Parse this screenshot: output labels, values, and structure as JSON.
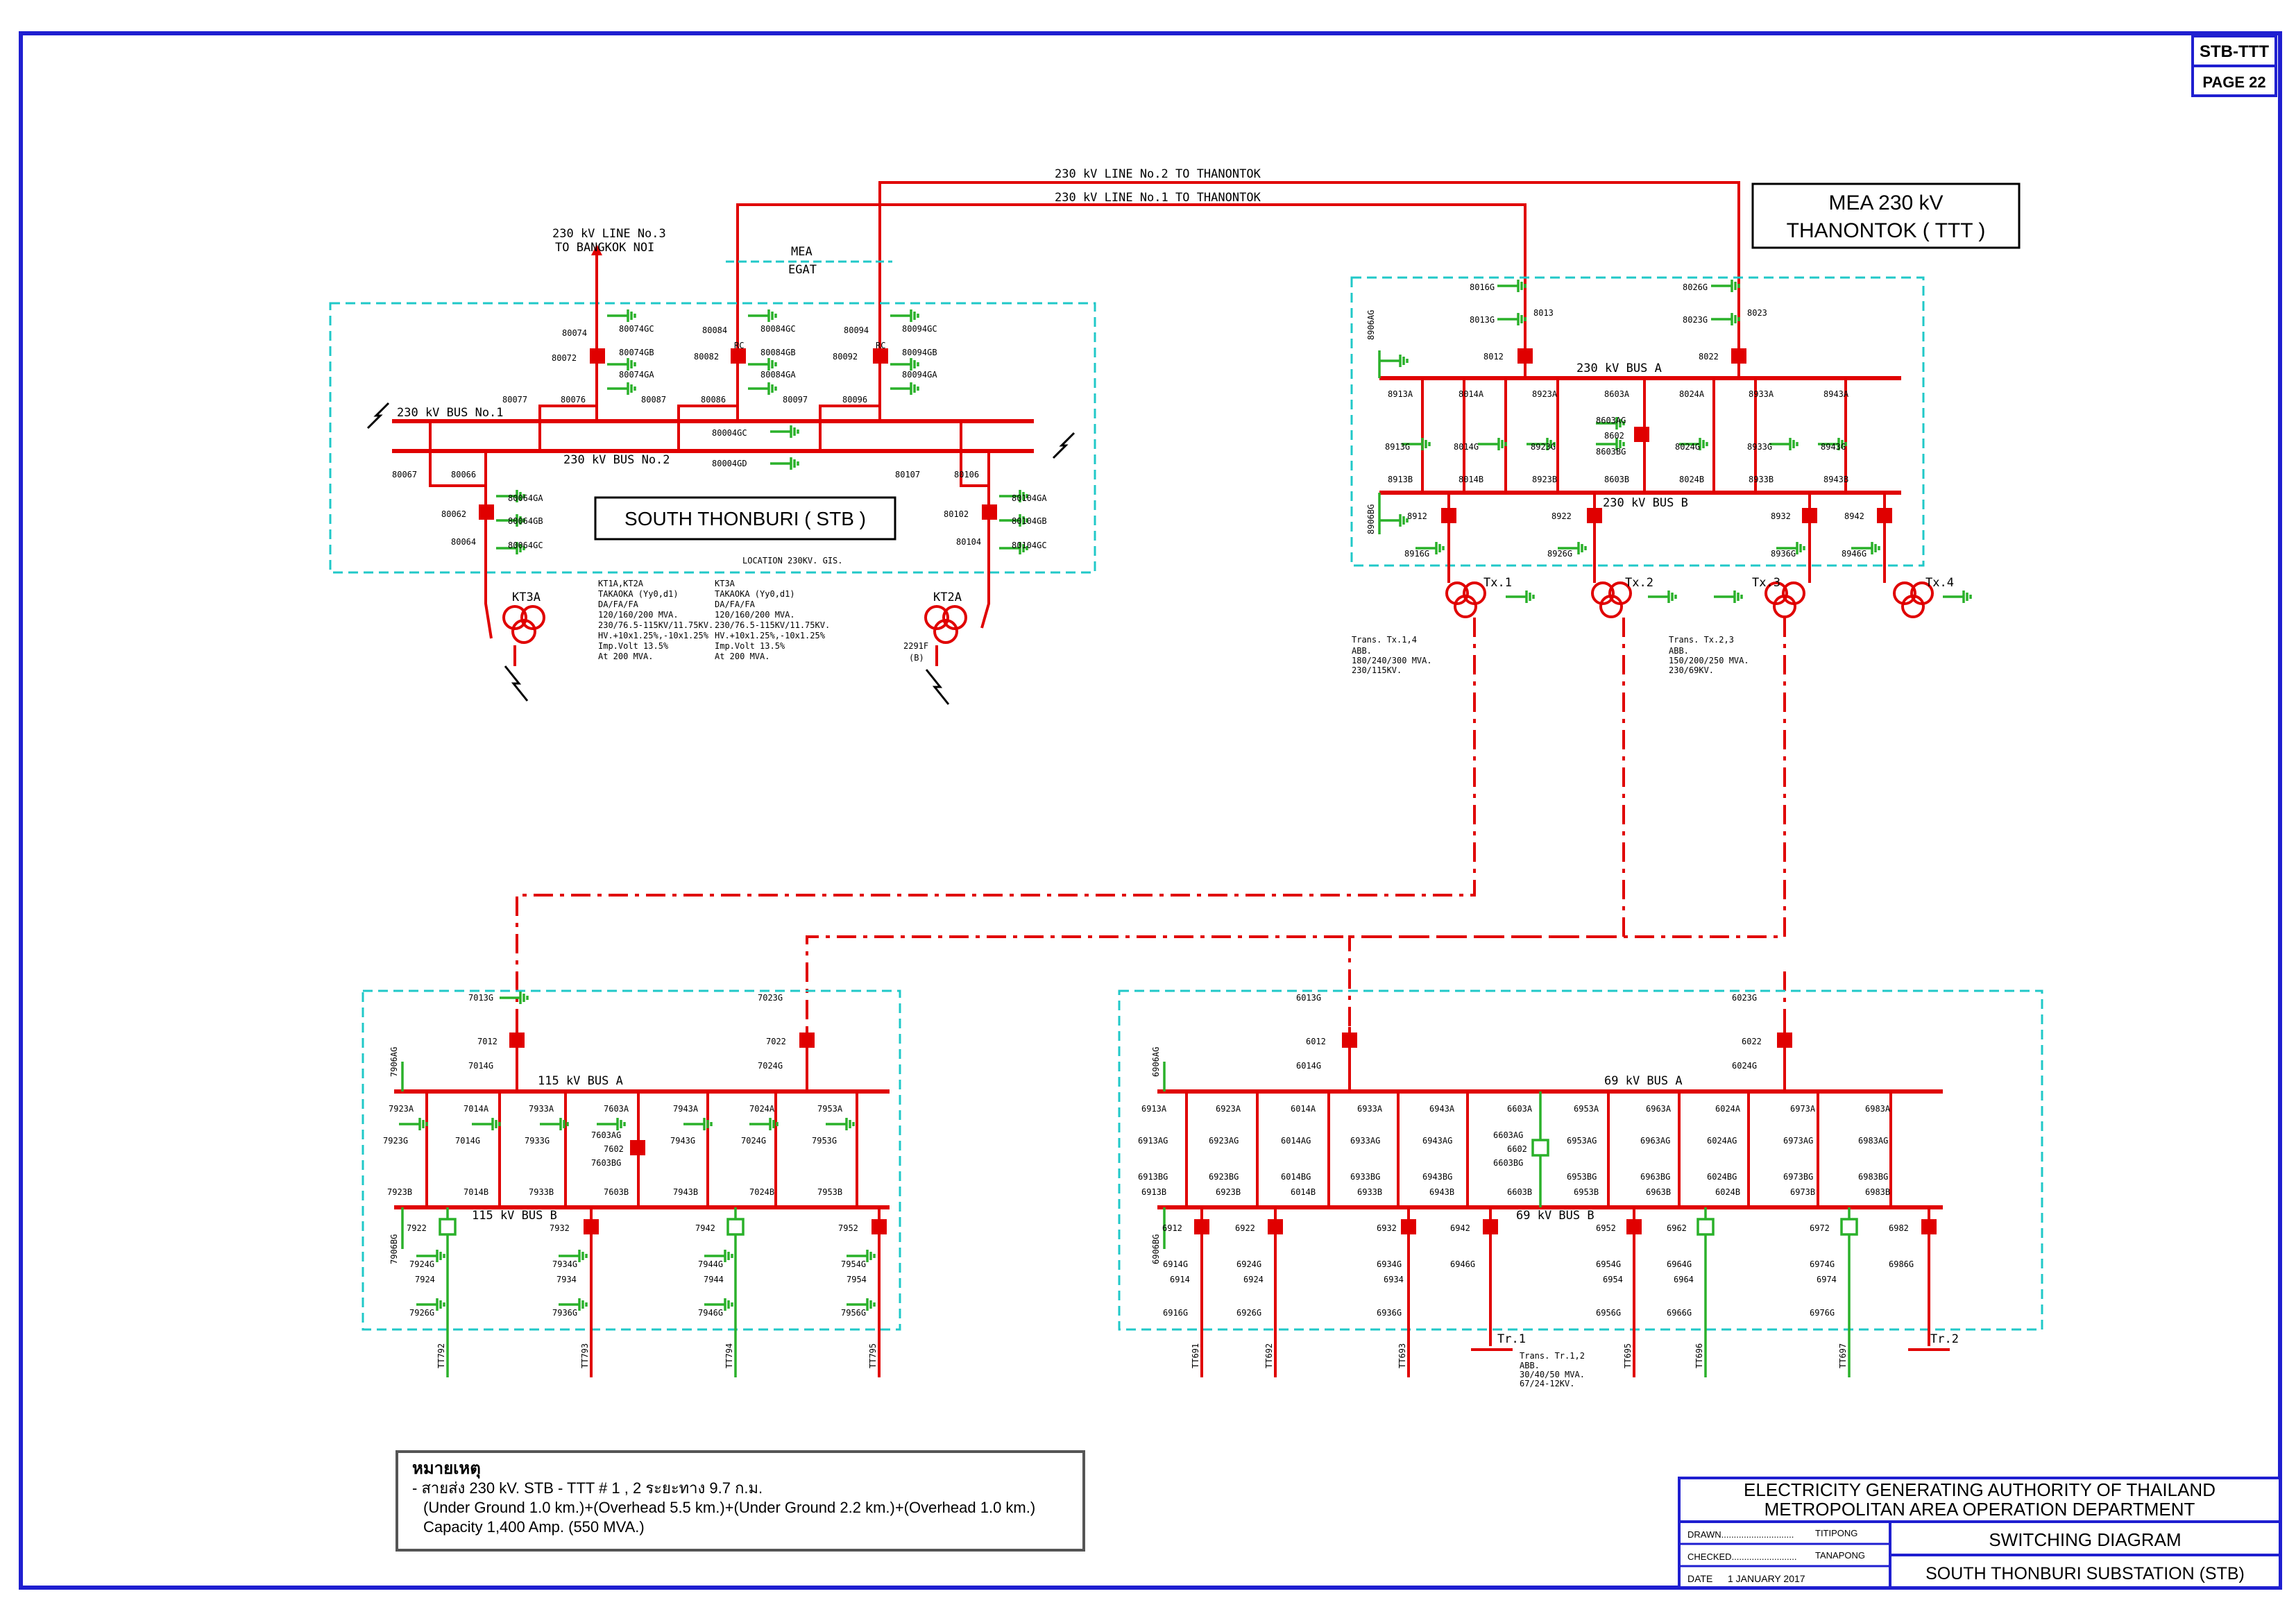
{
  "sheet": {
    "code": "STB-TTT",
    "page": "PAGE 22"
  },
  "top_lines": {
    "line2": "230 kV LINE No.2 TO THANONTOK",
    "line1": "230 kV LINE No.1 TO THANONTOK",
    "line3": "230 kV LINE No.3",
    "line3_to": "TO BANGKOK NOI",
    "mea": "MEA",
    "egat": "EGAT"
  },
  "stb": {
    "name": "SOUTH THONBURI ( STB )",
    "bus1": "230 kV BUS No.1",
    "bus2": "230 kV BUS No.2",
    "location": "LOCATION 230KV. GIS.",
    "rc": "RC",
    "labels": {
      "b80074": "80074",
      "b80074GC": "80074GC",
      "b80072": "80072",
      "b80074GB": "80074GB",
      "b80074GA": "80074GA",
      "b80084": "80084",
      "b80084GC": "80084GC",
      "b80082": "80082",
      "b80084GB": "80084GB",
      "b80084GA": "80084GA",
      "b80094": "80094",
      "b80094GC": "80094GC",
      "b80092": "80092",
      "b80094GB": "80094GB",
      "b80094GA": "80094GA",
      "b80077": "80077",
      "b80076": "80076",
      "b80087": "80087",
      "b80086": "80086",
      "b80097": "80097",
      "b80096": "80096",
      "b80004GC": "80004GC",
      "b80004GD": "80004GD",
      "b80067": "80067",
      "b80066": "80066",
      "b80062": "80062",
      "b80064GA": "80064GA",
      "b80064GB": "80064GB",
      "b80064": "80064",
      "b80064GC": "80064GC",
      "b80107": "80107",
      "b80106": "80106",
      "b80102": "80102",
      "b80104GA": "80104GA",
      "b80104GB": "80104GB",
      "b80104": "80104",
      "b80104GC": "80104GC",
      "kt3a": "KT3A",
      "kt2a": "KT2A",
      "f2291": "2291F",
      "f2291b": "(B)"
    },
    "note1": [
      "KT1A,KT2A",
      "TAKAOKA (Yy0,d1)",
      "DA/FA/FA",
      "120/160/200 MVA.",
      "230/76.5-115KV/11.75KV.",
      "HV.+10x1.25%,-10x1.25%",
      "Imp.Volt 13.5%",
      "At 200 MVA."
    ],
    "note2": [
      "KT3A",
      "TAKAOKA (Yy0,d1)",
      "DA/FA/FA",
      "120/160/200 MVA.",
      "230/76.5-115KV/11.75KV.",
      "HV.+10x1.25%,-10x1.25%",
      "Imp.Volt 13.5%",
      "At 200 MVA."
    ]
  },
  "ttt": {
    "name_line1": "MEA 230 kV",
    "name_line2": "THANONTOK ( TTT )",
    "busA": "230 kV BUS A",
    "busB": "230 kV BUS B",
    "labels": {
      "b8016G": "8016G",
      "b8013G": "8013G",
      "b8013": "8013",
      "b8012": "8012",
      "b8026G": "8026G",
      "b8023G": "8023G",
      "b8023": "8023",
      "b8022": "8022",
      "b8906AG": "8906AG",
      "b8906BG": "8906BG",
      "b8913A": "8913A",
      "b8014A": "8014A",
      "b8923A": "8923A",
      "b8603A": "8603A",
      "b8024A": "8024A",
      "b8933A": "8933A",
      "b8943A": "8943A",
      "b8913G": "8913G",
      "b8014G": "8014G",
      "b8923G": "8923G",
      "b8603AG": "8603AG",
      "b8602": "8602",
      "b8603BG": "8603BG",
      "b8024G": "8024G",
      "b8933G": "8933G",
      "b8943G": "8943G",
      "b8913B": "8913B",
      "b8014B": "8014B",
      "b8923B": "8923B",
      "b8603B": "8603B",
      "b8024B": "8024B",
      "b8933B": "8933B",
      "b8943B": "8943B",
      "b8912": "8912",
      "b8922": "8922",
      "b8932": "8932",
      "b8942": "8942",
      "b8916G": "8916G",
      "b8926G": "8926G",
      "b8936G": "8936G",
      "b8946G": "8946G",
      "tx1": "Tx.1",
      "tx2": "Tx.2",
      "tx3": "Tx.3",
      "tx4": "Tx.4"
    },
    "note14": [
      "Trans. Tx.1,4",
      "ABB.",
      "180/240/300 MVA.",
      "230/115KV."
    ],
    "note23": [
      "Trans. Tx.2,3",
      "ABB.",
      "150/200/250 MVA.",
      "230/69KV."
    ]
  },
  "s115": {
    "busA": "115 kV BUS A",
    "busB": "115 kV BUS B",
    "labels": {
      "b7013G": "7013G",
      "b7012": "7012",
      "b7014G": "7014G",
      "b7023G": "7023G",
      "b7022": "7022",
      "b7024G": "7024G",
      "b7906AG": "7906AG",
      "b7906BG": "7906BG",
      "b7923A": "7923A",
      "b7014A": "7014A",
      "b7933A": "7933A",
      "b7603A": "7603A",
      "b7943A": "7943A",
      "b7024A": "7024A",
      "b7953A": "7953A",
      "b7923G": "7923G",
      "b7014GG": "7014G",
      "b7933G": "7933G",
      "b7603AG": "7603AG",
      "b7602": "7602",
      "b7603BG": "7603BG",
      "b7943G": "7943G",
      "b7024GG": "7024G",
      "b7953G": "7953G",
      "b7923B": "7923B",
      "b7014B": "7014B",
      "b7933B": "7933B",
      "b7603B": "7603B",
      "b7943B": "7943B",
      "b7024B": "7024B",
      "b7953B": "7953B",
      "b7922": "7922",
      "b7932": "7932",
      "b7942": "7942",
      "b7952": "7952",
      "b7924G": "7924G",
      "b7924": "7924",
      "b7926G": "7926G",
      "b7934G": "7934G",
      "b7934": "7934",
      "b7936G": "7936G",
      "b7944G": "7944G",
      "b7944": "7944",
      "b7946G": "7946G",
      "b7954G": "7954G",
      "b7954": "7954",
      "b7956G": "7956G",
      "f792": "TT792",
      "f793": "TT793",
      "f794": "TT794",
      "f795": "TT795"
    }
  },
  "s69": {
    "busA": "69 kV BUS A",
    "busB": "69 kV BUS B",
    "labels": {
      "b6013G": "6013G",
      "b6012": "6012",
      "b6014G": "6014G",
      "b6023G": "6023G",
      "b6022": "6022",
      "b6024G": "6024G",
      "b6906AG": "6906AG",
      "b6906BG": "6906BG",
      "b6913A": "6913A",
      "b6923A": "6923A",
      "b6014A": "6014A",
      "b6933A": "6933A",
      "b6943A": "6943A",
      "b6603A": "6603A",
      "b6953A": "6953A",
      "b6963A": "6963A",
      "b6024A": "6024A",
      "b6973A": "6973A",
      "b6983A": "6983A",
      "b6913AG": "6913AG",
      "b6923AG": "6923AG",
      "b6014AG": "6014AG",
      "b6933AG": "6933AG",
      "b6943AG": "6943AG",
      "b6603AG": "6603AG",
      "b6602": "6602",
      "b6603BG": "6603BG",
      "b6953AG": "6953AG",
      "b6963AG": "6963AG",
      "b6024AG": "6024AG",
      "b6973AG": "6973AG",
      "b6983AG": "6983AG",
      "b6913BG": "6913BG",
      "b6923BG": "6923BG",
      "b6014BG": "6014BG",
      "b6933BG": "6933BG",
      "b6943BG": "6943BG",
      "b6953BG": "6953BG",
      "b6963BG": "6963BG",
      "b6024BG": "6024BG",
      "b6973BG": "6973BG",
      "b6983BG": "6983BG",
      "b6913B": "6913B",
      "b6923B": "6923B",
      "b6014B": "6014B",
      "b6933B": "6933B",
      "b6943B": "6943B",
      "b6603B": "6603B",
      "b6953B": "6953B",
      "b6963B": "6963B",
      "b6024B": "6024B",
      "b6973B": "6973B",
      "b6983B": "6983B",
      "b6912": "6912",
      "b6922": "6922",
      "b6932": "6932",
      "b6942": "6942",
      "b6952": "6952",
      "b6962": "6962",
      "b6972": "6972",
      "b6982": "6982",
      "b6914G": "6914G",
      "b6914": "6914",
      "b6916G": "6916G",
      "b6924G": "6924G",
      "b6924": "6924",
      "b6926G": "6926G",
      "b6934G": "6934G",
      "b6934": "6934",
      "b6936G": "6936G",
      "b6946G": "6946G",
      "b6954G": "6954G",
      "b6954": "6954",
      "b6956G": "6956G",
      "b6964G": "6964G",
      "b6964": "6964",
      "b6966G": "6966G",
      "b6974G": "6974G",
      "b6974": "6974",
      "b6976G": "6976G",
      "b6986G": "6986G",
      "f691": "TT691",
      "f692": "TT692",
      "f693": "TT693",
      "f695": "TT695",
      "f696": "TT696",
      "f697": "TT697",
      "tr1": "Tr.1",
      "tr2": "Tr.2"
    },
    "note": [
      "Trans. Tr.1,2",
      "ABB.",
      "30/40/50 MVA.",
      "67/24-12KV."
    ]
  },
  "remark": {
    "title": "หมายเหตุ",
    "line1": "- สายส่ง 230 kV. STB - TTT # 1 , 2 ระยะทาง 9.7 ก.ม.",
    "line2": "(Under Ground 1.0 km.)+(Overhead 5.5 km.)+(Under Ground 2.2 km.)+(Overhead 1.0 km.)",
    "line3": "Capacity 1,400 Amp. (550 MVA.)"
  },
  "title_block": {
    "org1": "ELECTRICITY GENERATING AUTHORITY OF THAILAND",
    "org2": "METROPOLITAN AREA OPERATION DEPARTMENT",
    "drawn_label": "DRAWN.............................",
    "drawn_by": "TITIPONG",
    "checked_label": "CHECKED..........................",
    "checked_by": "TANAPONG",
    "date_label": "DATE",
    "date": "1  JANUARY  2017",
    "diagram_title": "SWITCHING  DIAGRAM",
    "substation": "SOUTH THONBURI SUBSTATION (STB)"
  },
  "colors": {
    "circuit": "#e00000",
    "ground": "#2ab12a",
    "border": "#1f1fd0",
    "station_box": "#20c8c8"
  }
}
